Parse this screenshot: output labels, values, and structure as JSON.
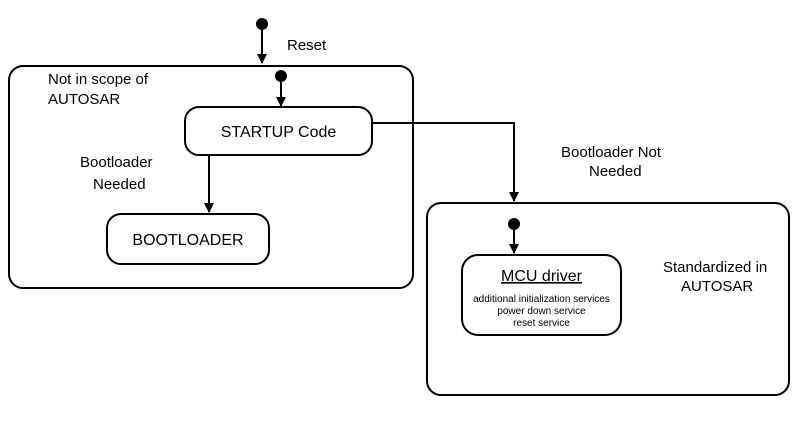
{
  "transitions": {
    "reset": "Reset",
    "bootloader_needed_line1": "Bootloader",
    "bootloader_needed_line2": "Needed",
    "bootloader_not_needed_line1": "Bootloader Not",
    "bootloader_not_needed_line2": "Needed"
  },
  "regions": {
    "out_of_scope_line1": "Not in scope of",
    "out_of_scope_line2": "AUTOSAR",
    "standardized_line1": "Standardized in",
    "standardized_line2": "AUTOSAR"
  },
  "states": {
    "startup": "STARTUP Code",
    "bootloader": "BOOTLOADER",
    "mcu_driver": {
      "title": "MCU driver",
      "services": [
        "additional initialization services",
        "power down service",
        "reset service"
      ]
    }
  }
}
